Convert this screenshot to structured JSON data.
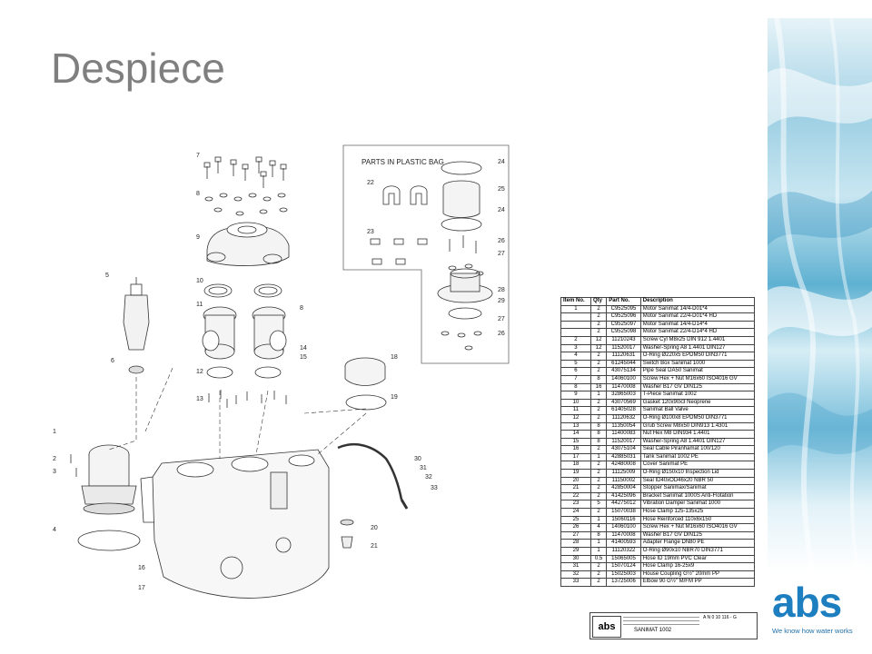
{
  "title": "Despiece",
  "bag_label": "PARTS IN PLASTIC BAG",
  "logo": {
    "word": "abs",
    "tagline": "We know how water works",
    "color": "#1e7fc0"
  },
  "callouts": [
    "1",
    "2",
    "3",
    "4",
    "5",
    "6",
    "7",
    "8",
    "9",
    "10",
    "11",
    "12",
    "13",
    "14",
    "15",
    "16",
    "17",
    "18",
    "19",
    "20",
    "21",
    "22",
    "23",
    "24",
    "25",
    "26",
    "27",
    "28",
    "29",
    "30",
    "31",
    "32",
    "33"
  ],
  "table": {
    "headers": [
      "Item No.",
      "Qty",
      "Part No.",
      "Description"
    ],
    "rows": [
      [
        "1",
        "2",
        "C9525095",
        "Motor Sanimat 14/4-D01*4"
      ],
      [
        "",
        "2",
        "C9525096",
        "Motor Sanimat 22/4-D01*4 HD"
      ],
      [
        "",
        "2",
        "C9525097",
        "Motor Sanimat 14/4-D14*4"
      ],
      [
        "",
        "2",
        "C9525098",
        "Motor Sanimat 22/4-D14*4 HD"
      ],
      [
        "2",
        "12",
        "11210243",
        "Screw Cyl M8x25 DIN 912 1.4401"
      ],
      [
        "3",
        "12",
        "11520017",
        "Washer-Spring A8 1.4401 DIN127"
      ],
      [
        "4",
        "2",
        "11120631",
        "O-Ring Ø220x5 EPDM50 DIN3771"
      ],
      [
        "5",
        "2",
        "61245044",
        "Switch Box Sanimat 1000"
      ],
      [
        "6",
        "2",
        "43075134",
        "Pipe Seal DA50 Sanimat"
      ],
      [
        "7",
        "8",
        "14060100",
        "Screw Hex + Nut M16x60 ISO4016 GV"
      ],
      [
        "8",
        "16",
        "11470008",
        "Washer B17 GV DIN125"
      ],
      [
        "9",
        "1",
        "32865003",
        "T-Piece Sanimat 1002"
      ],
      [
        "10",
        "2",
        "43070569",
        "Gasket 120x90x3 Neoprene"
      ],
      [
        "11",
        "2",
        "61405028",
        "Sanimat Ball Valve"
      ],
      [
        "12",
        "2",
        "11120632",
        "O-Ring Ø100x8 EPDM50 DIN3771"
      ],
      [
        "13",
        "8",
        "11350054",
        "Grub Screw M8x50 DIN913 1.4301"
      ],
      [
        "14",
        "8",
        "11400083",
        "Nut Hex M8 DIN934 1.4401"
      ],
      [
        "15",
        "8",
        "11520017",
        "Washer-Spring A8 1.4401 DIN127"
      ],
      [
        "16",
        "2",
        "43075104",
        "Seal Cable Piranhamat 100/120"
      ],
      [
        "17",
        "1",
        "42885031",
        "Tank Sanimat 1002 PE"
      ],
      [
        "18",
        "2",
        "42480008",
        "Cover Sanimat PE"
      ],
      [
        "19",
        "2",
        "11125009",
        "O-Ring Ø150x10 Inspection Lid"
      ],
      [
        "20",
        "2",
        "11150002",
        "Seal ID40xOD46x20 NBR 50"
      ],
      [
        "21",
        "2",
        "42850004",
        "Stopper Sanimax/Sanimat"
      ],
      [
        "22",
        "2",
        "41425096",
        "Bracket Sanimat 1000S Anti-Flotation"
      ],
      [
        "23",
        "5",
        "44275012",
        "Vibration Damper Sanimat 1000"
      ],
      [
        "24",
        "2",
        "15070038",
        "Hose Clamp 125-135x25"
      ],
      [
        "25",
        "1",
        "15060116",
        "Hose Reinforced 110x6x150"
      ],
      [
        "26",
        "4",
        "14060100",
        "Screw Hex + Nut M16x60 ISO4016 GV"
      ],
      [
        "27",
        "8",
        "11470008",
        "Washer B17 GV DIN125"
      ],
      [
        "28",
        "1",
        "41400593",
        "Adapter Flange DN80 PE"
      ],
      [
        "29",
        "1",
        "11120322",
        "O-Ring Ø90x10 NBR70 DIN3771"
      ],
      [
        "30",
        "0.5",
        "15065005",
        "Hose ID 19mm PVC Clear"
      ],
      [
        "31",
        "2",
        "15070124",
        "Hose Clamp 16-25x9"
      ],
      [
        "32",
        "2",
        "15025003",
        "House Coupling G½\" 20mm PP"
      ],
      [
        "33",
        "2",
        "13725006",
        "Elbow 90 G½\" M/FM PP"
      ]
    ]
  },
  "title_block": {
    "logo": "abs",
    "model": "SANIMAT 1002",
    "ref": "A N 0 10 116 - G"
  }
}
